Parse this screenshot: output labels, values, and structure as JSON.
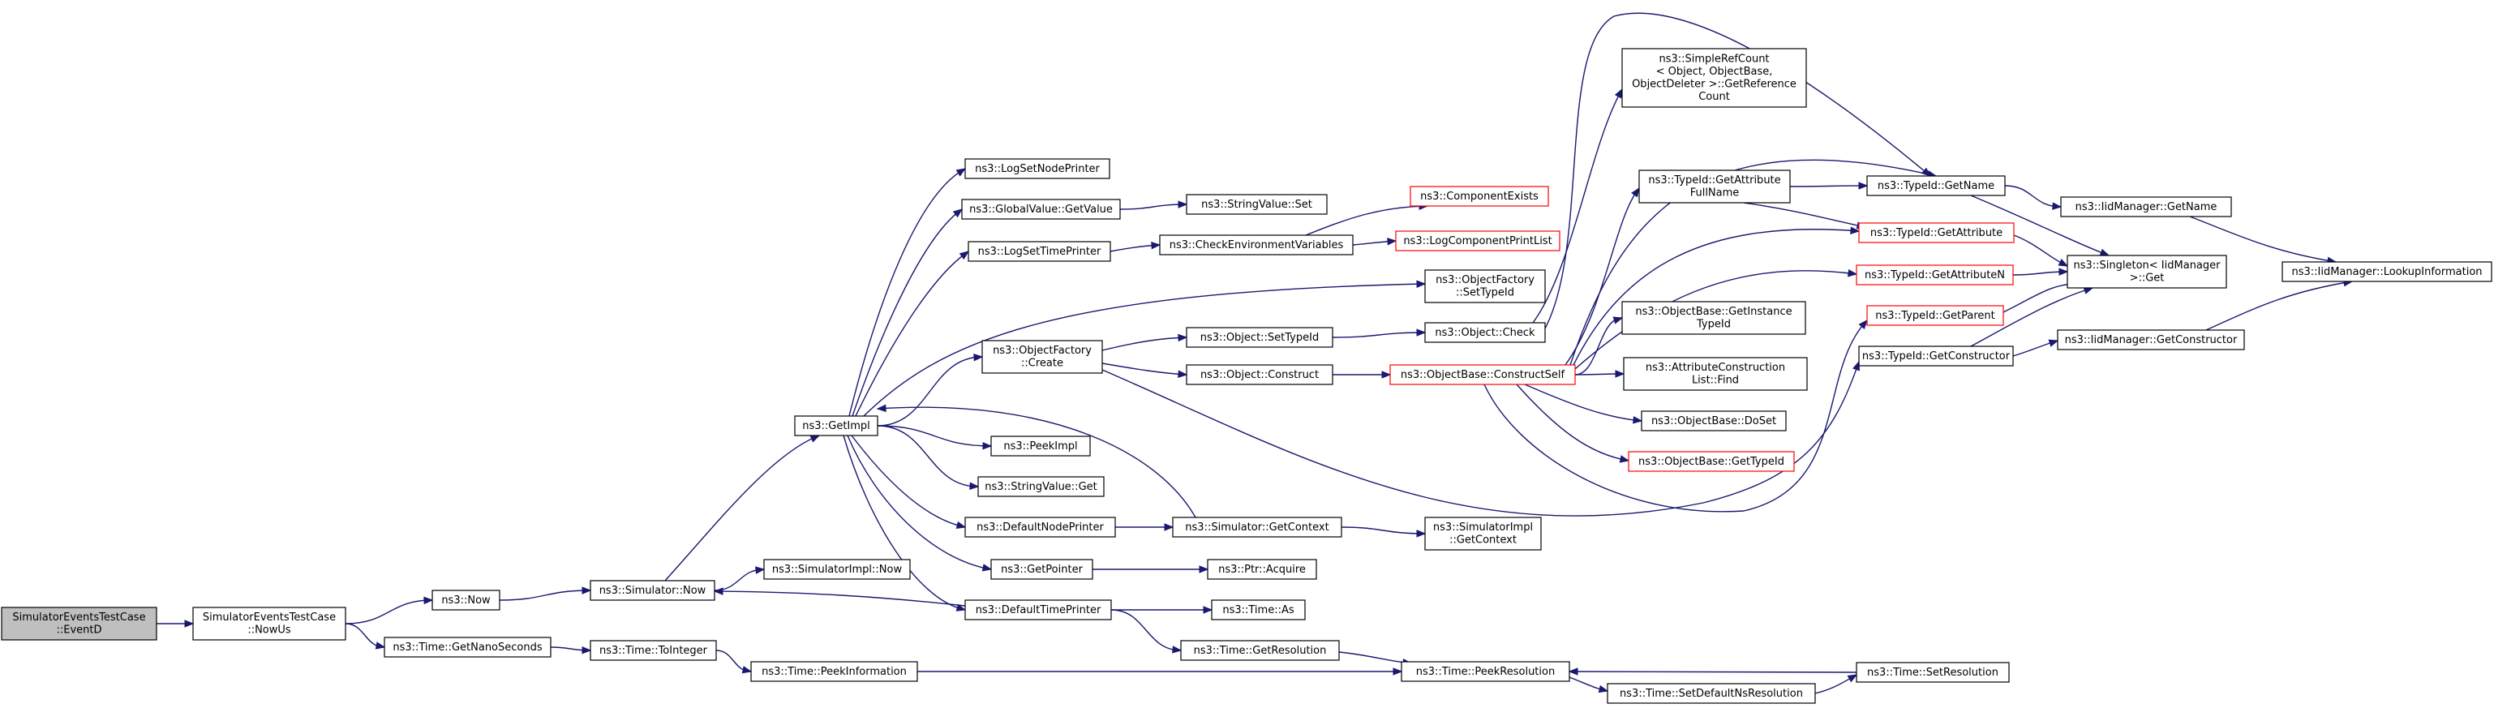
{
  "nodes": {
    "root": {
      "lines": [
        "SimulatorEventsTestCase",
        "::EventD"
      ],
      "style": "root"
    },
    "nowUs": {
      "lines": [
        "SimulatorEventsTestCase",
        "::NowUs"
      ]
    },
    "now": {
      "lines": [
        "ns3::Now"
      ]
    },
    "getNanoSeconds": {
      "lines": [
        "ns3::Time::GetNanoSeconds"
      ]
    },
    "simNow": {
      "lines": [
        "ns3::Simulator::Now"
      ]
    },
    "toInteger": {
      "lines": [
        "ns3::Time::ToInteger"
      ]
    },
    "simImplNow": {
      "lines": [
        "ns3::SimulatorImpl::Now"
      ]
    },
    "getImpl": {
      "lines": [
        "ns3::GetImpl"
      ]
    },
    "peekInformation": {
      "lines": [
        "ns3::Time::PeekInformation"
      ]
    },
    "logSetNodePrinter": {
      "lines": [
        "ns3::LogSetNodePrinter"
      ]
    },
    "globalValueGetValue": {
      "lines": [
        "ns3::GlobalValue::GetValue"
      ]
    },
    "logSetTimePrinter": {
      "lines": [
        "ns3::LogSetTimePrinter"
      ]
    },
    "objectFactoryCreate": {
      "lines": [
        "ns3::ObjectFactory",
        "::Create"
      ]
    },
    "peekImpl": {
      "lines": [
        "ns3::PeekImpl"
      ]
    },
    "stringValueGet": {
      "lines": [
        "ns3::StringValue::Get"
      ]
    },
    "defaultNodePrinter": {
      "lines": [
        "ns3::DefaultNodePrinter"
      ]
    },
    "getPointer": {
      "lines": [
        "ns3::GetPointer"
      ]
    },
    "defaultTimePrinter": {
      "lines": [
        "ns3::DefaultTimePrinter"
      ]
    },
    "stringValueSet": {
      "lines": [
        "ns3::StringValue::Set"
      ]
    },
    "checkEnvVars": {
      "lines": [
        "ns3::CheckEnvironmentVariables"
      ]
    },
    "objectSetTypeId": {
      "lines": [
        "ns3::Object::SetTypeId"
      ]
    },
    "objectConstruct": {
      "lines": [
        "ns3::Object::Construct"
      ]
    },
    "simGetContext": {
      "lines": [
        "ns3::Simulator::GetContext"
      ]
    },
    "ptrAcquire": {
      "lines": [
        "ns3::Ptr::Acquire"
      ]
    },
    "timeAs": {
      "lines": [
        "ns3::Time::As"
      ]
    },
    "timeGetResolution": {
      "lines": [
        "ns3::Time::GetResolution"
      ]
    },
    "componentExists": {
      "lines": [
        "ns3::ComponentExists"
      ],
      "style": "red"
    },
    "logComponentPrintList": {
      "lines": [
        "ns3::LogComponentPrintList"
      ],
      "style": "red"
    },
    "objFactorySetTypeId": {
      "lines": [
        "ns3::ObjectFactory",
        "::SetTypeId"
      ]
    },
    "objectCheck": {
      "lines": [
        "ns3::Object::Check"
      ]
    },
    "constructSelf": {
      "lines": [
        "ns3::ObjectBase::ConstructSelf"
      ],
      "style": "red"
    },
    "simImplGetContext": {
      "lines": [
        "ns3::SimulatorImpl",
        "::GetContext"
      ]
    },
    "peekResolution": {
      "lines": [
        "ns3::Time::PeekResolution"
      ]
    },
    "simpleRefCount": {
      "lines": [
        "ns3::SimpleRefCount",
        "< Object, ObjectBase,",
        " ObjectDeleter >::GetReference",
        "Count"
      ]
    },
    "typeIdGetAttrFullName": {
      "lines": [
        "ns3::TypeId::GetAttribute",
        "FullName"
      ]
    },
    "getInstanceTypeId": {
      "lines": [
        "ns3::ObjectBase::GetInstance",
        "TypeId"
      ]
    },
    "attrConstructionListFind": {
      "lines": [
        "ns3::AttributeConstruction",
        "List::Find"
      ]
    },
    "objectBaseDoSet": {
      "lines": [
        "ns3::ObjectBase::DoSet"
      ]
    },
    "objectBaseGetTypeId": {
      "lines": [
        "ns3::ObjectBase::GetTypeId"
      ],
      "style": "red"
    },
    "setDefaultNsResolution": {
      "lines": [
        "ns3::Time::SetDefaultNsResolution"
      ]
    },
    "typeIdGetName": {
      "lines": [
        "ns3::TypeId::GetName"
      ]
    },
    "typeIdGetAttribute": {
      "lines": [
        "ns3::TypeId::GetAttribute"
      ],
      "style": "red"
    },
    "typeIdGetAttributeN": {
      "lines": [
        "ns3::TypeId::GetAttributeN"
      ],
      "style": "red"
    },
    "typeIdGetParent": {
      "lines": [
        "ns3::TypeId::GetParent"
      ],
      "style": "red"
    },
    "typeIdGetConstructor": {
      "lines": [
        "ns3::TypeId::GetConstructor"
      ]
    },
    "timeSetResolution": {
      "lines": [
        "ns3::Time::SetResolution"
      ]
    },
    "iidManagerGetName": {
      "lines": [
        "ns3::IidManager::GetName"
      ]
    },
    "singletonGet": {
      "lines": [
        "ns3::Singleton< IidManager",
        " >::Get"
      ]
    },
    "iidManagerGetConstructor": {
      "lines": [
        "ns3::IidManager::GetConstructor"
      ]
    },
    "iidManagerLookupInformation": {
      "lines": [
        "ns3::IidManager::LookupInformation"
      ]
    }
  },
  "edges": [
    [
      "root",
      "nowUs"
    ],
    [
      "nowUs",
      "now"
    ],
    [
      "nowUs",
      "getNanoSeconds"
    ],
    [
      "now",
      "simNow"
    ],
    [
      "getNanoSeconds",
      "toInteger"
    ],
    [
      "simNow",
      "simImplNow"
    ],
    [
      "simNow",
      "getImpl"
    ],
    [
      "toInteger",
      "peekInformation"
    ],
    [
      "peekInformation",
      "peekResolution"
    ],
    [
      "getImpl",
      "logSetNodePrinter"
    ],
    [
      "getImpl",
      "globalValueGetValue"
    ],
    [
      "getImpl",
      "logSetTimePrinter"
    ],
    [
      "getImpl",
      "objFactorySetTypeId"
    ],
    [
      "getImpl",
      "objectFactoryCreate"
    ],
    [
      "getImpl",
      "peekImpl"
    ],
    [
      "getImpl",
      "stringValueGet"
    ],
    [
      "getImpl",
      "defaultNodePrinter"
    ],
    [
      "getImpl",
      "getPointer"
    ],
    [
      "getImpl",
      "defaultTimePrinter"
    ],
    [
      "globalValueGetValue",
      "stringValueSet"
    ],
    [
      "logSetTimePrinter",
      "checkEnvVars"
    ],
    [
      "checkEnvVars",
      "componentExists"
    ],
    [
      "checkEnvVars",
      "logComponentPrintList"
    ],
    [
      "objectFactoryCreate",
      "objectSetTypeId"
    ],
    [
      "objectFactoryCreate",
      "objectConstruct"
    ],
    [
      "objectFactoryCreate",
      "typeIdGetConstructor"
    ],
    [
      "objectSetTypeId",
      "objectCheck"
    ],
    [
      "objectConstruct",
      "constructSelf"
    ],
    [
      "defaultNodePrinter",
      "simGetContext"
    ],
    [
      "simGetContext",
      "getImpl"
    ],
    [
      "simGetContext",
      "simImplGetContext"
    ],
    [
      "getPointer",
      "ptrAcquire"
    ],
    [
      "defaultTimePrinter",
      "simNow"
    ],
    [
      "defaultTimePrinter",
      "timeAs"
    ],
    [
      "defaultTimePrinter",
      "timeGetResolution"
    ],
    [
      "timeGetResolution",
      "peekResolution"
    ],
    [
      "objectCheck",
      "simpleRefCount"
    ],
    [
      "objectCheck",
      "typeIdGetName"
    ],
    [
      "constructSelf",
      "typeIdGetAttrFullName"
    ],
    [
      "constructSelf",
      "getInstanceTypeId"
    ],
    [
      "constructSelf",
      "attrConstructionListFind"
    ],
    [
      "constructSelf",
      "objectBaseDoSet"
    ],
    [
      "constructSelf",
      "objectBaseGetTypeId"
    ],
    [
      "constructSelf",
      "typeIdGetAttribute"
    ],
    [
      "constructSelf",
      "typeIdGetAttributeN"
    ],
    [
      "constructSelf",
      "typeIdGetParent"
    ],
    [
      "constructSelf",
      "typeIdGetName"
    ],
    [
      "typeIdGetAttrFullName",
      "typeIdGetName"
    ],
    [
      "typeIdGetAttrFullName",
      "typeIdGetAttribute"
    ],
    [
      "peekResolution",
      "setDefaultNsResolution"
    ],
    [
      "setDefaultNsResolution",
      "timeSetResolution"
    ],
    [
      "timeSetResolution",
      "peekResolution"
    ],
    [
      "typeIdGetName",
      "iidManagerGetName"
    ],
    [
      "typeIdGetName",
      "singletonGet"
    ],
    [
      "typeIdGetAttribute",
      "singletonGet"
    ],
    [
      "typeIdGetAttributeN",
      "singletonGet"
    ],
    [
      "typeIdGetParent",
      "singletonGet"
    ],
    [
      "typeIdGetConstructor",
      "singletonGet"
    ],
    [
      "typeIdGetConstructor",
      "iidManagerGetConstructor"
    ],
    [
      "iidManagerGetName",
      "iidManagerLookupInformation"
    ],
    [
      "iidManagerGetConstructor",
      "iidManagerLookupInformation"
    ]
  ]
}
